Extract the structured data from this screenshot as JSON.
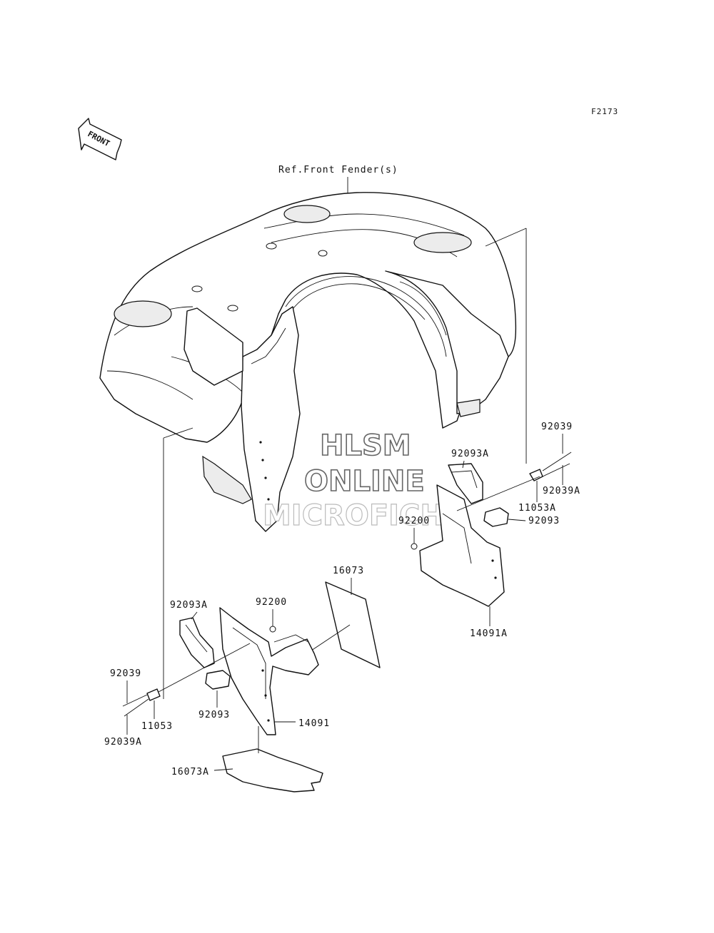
{
  "figure_code": "F2173",
  "front_arrow_label": "FRONT",
  "reference_label": "Ref.Front Fender(s)",
  "watermark": {
    "line1": "HLSM",
    "line2": "ONLINE",
    "line3": "MICROFICHE"
  },
  "parts": {
    "r_92039": "92039",
    "r_92093A": "92093A",
    "r_92039A": "92039A",
    "r_11053A": "11053A",
    "r_92200": "92200",
    "r_92093": "92093",
    "r_14091A": "14091A",
    "c_16073": "16073",
    "l_92093A": "92093A",
    "l_92200": "92200",
    "l_92039": "92039",
    "l_92093": "92093",
    "l_11053": "11053",
    "l_14091": "14091",
    "l_92039A": "92039A",
    "l_16073A": "16073A"
  }
}
